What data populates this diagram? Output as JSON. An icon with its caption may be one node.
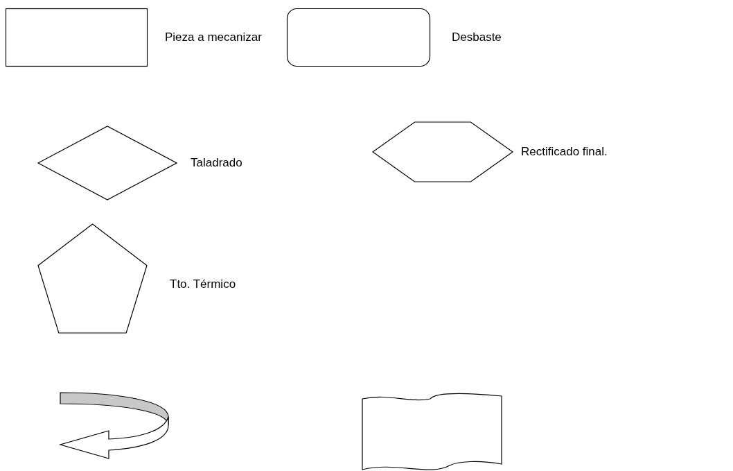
{
  "diagram": {
    "nodes": [
      {
        "text": [],
        "shape": "box",
        "beside": [
          "Pieza a mecanizar"
        ]
      },
      {
        "text": [],
        "shape": "box",
        "beside": [
          "Desbaste"
        ]
      },
      {
        "text": [],
        "shape": "diamond",
        "beside": [
          "Taladrado"
        ]
      },
      {
        "text": [],
        "shape": "hexagon",
        "beside": [
          "Rectificado final."
        ]
      },
      {
        "text": [],
        "shape": "pentagon",
        "beside": [
          "Tto. Térmico"
        ]
      },
      {
        "text": [],
        "shape": "arrow"
      },
      {
        "text": [],
        "shape": "document"
      }
    ]
  }
}
